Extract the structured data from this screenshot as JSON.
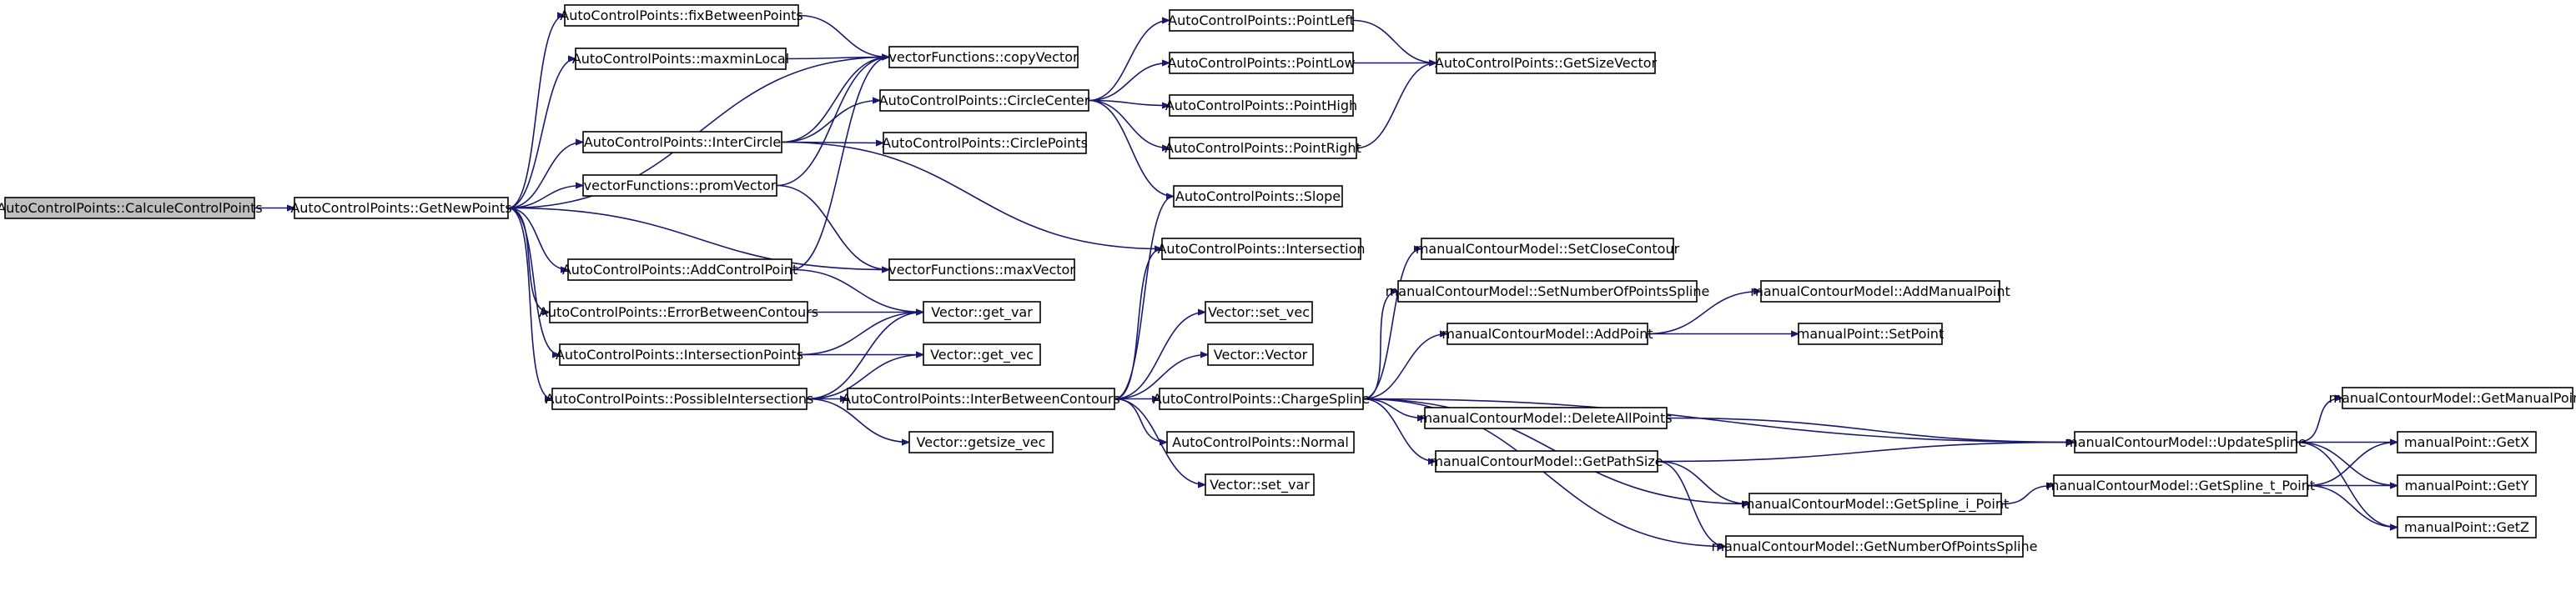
{
  "colors": {
    "edge": "#191970",
    "node_border": "#000000",
    "node_fill": "#ffffff",
    "root_fill": "#bfbfbf",
    "background": "#ffffff"
  },
  "nodes": {
    "calcule_control_points": "AutoControlPoints::CalculeControlPoints",
    "get_new_points": "AutoControlPoints::GetNewPoints",
    "fix_between_points": "AutoControlPoints::fixBetweenPoints",
    "maxmin_local": "AutoControlPoints::maxminLocal",
    "inter_circle": "AutoControlPoints::InterCircle",
    "prom_vector": "vectorFunctions::promVector",
    "add_control_point": "AutoControlPoints::AddControlPoint",
    "error_between_contours": "AutoControlPoints::ErrorBetweenContours",
    "intersection_points": "AutoControlPoints::IntersectionPoints",
    "possible_intersections": "AutoControlPoints::PossibleIntersections",
    "copy_vector": "vectorFunctions::copyVector",
    "circle_center": "AutoControlPoints::CircleCenter",
    "circle_points": "AutoControlPoints::CirclePoints",
    "max_vector": "vectorFunctions::maxVector",
    "vector_get_var": "Vector::get_var",
    "vector_get_vec": "Vector::get_vec",
    "inter_between_contours": "AutoControlPoints::InterBetweenContours",
    "vector_getsize_vec": "Vector::getsize_vec",
    "point_left": "AutoControlPoints::PointLeft",
    "point_low": "AutoControlPoints::PointLow",
    "point_high": "AutoControlPoints::PointHigh",
    "point_right": "AutoControlPoints::PointRight",
    "get_size_vector": "AutoControlPoints::GetSizeVector",
    "slope": "AutoControlPoints::Slope",
    "intersection": "AutoControlPoints::Intersection",
    "vector_set_vec": "Vector::set_vec",
    "vector_vector": "Vector::Vector",
    "charge_spline": "AutoControlPoints::ChargeSpline",
    "normal": "AutoControlPoints::Normal",
    "vector_set_var": "Vector::set_var",
    "set_close_contour": "manualContourModel::SetCloseContour",
    "set_number_of_points_spline": "manualContourModel::SetNumberOfPointsSpline",
    "add_point": "manualContourModel::AddPoint",
    "delete_all_points": "manualContourModel::DeleteAllPoints",
    "get_path_size": "manualContourModel::GetPathSize",
    "get_number_of_points_spline": "manualContourModel::GetNumberOfPointsSpline",
    "add_manual_point": "manualContourModel::AddManualPoint",
    "set_point": "manualPoint::SetPoint",
    "update_spline": "manualContourModel::UpdateSpline",
    "get_spline_i_point": "manualContourModel::GetSpline_i_Point",
    "get_spline_t_point": "manualContourModel::GetSpline_t_Point",
    "get_manual_point": "manualContourModel::GetManualPoint",
    "get_x": "manualPoint::GetX",
    "get_y": "manualPoint::GetY",
    "get_z": "manualPoint::GetZ"
  },
  "edges": [
    [
      "calcule_control_points",
      "get_new_points"
    ],
    [
      "get_new_points",
      "fix_between_points"
    ],
    [
      "get_new_points",
      "maxmin_local"
    ],
    [
      "get_new_points",
      "copy_vector"
    ],
    [
      "get_new_points",
      "inter_circle"
    ],
    [
      "get_new_points",
      "prom_vector"
    ],
    [
      "get_new_points",
      "max_vector"
    ],
    [
      "get_new_points",
      "add_control_point"
    ],
    [
      "get_new_points",
      "error_between_contours"
    ],
    [
      "get_new_points",
      "intersection_points"
    ],
    [
      "get_new_points",
      "possible_intersections"
    ],
    [
      "fix_between_points",
      "copy_vector"
    ],
    [
      "maxmin_local",
      "copy_vector"
    ],
    [
      "inter_circle",
      "copy_vector"
    ],
    [
      "inter_circle",
      "circle_center"
    ],
    [
      "inter_circle",
      "circle_points"
    ],
    [
      "inter_circle",
      "intersection"
    ],
    [
      "prom_vector",
      "copy_vector"
    ],
    [
      "prom_vector",
      "max_vector"
    ],
    [
      "add_control_point",
      "copy_vector"
    ],
    [
      "add_control_point",
      "vector_get_var"
    ],
    [
      "error_between_contours",
      "vector_get_var"
    ],
    [
      "intersection_points",
      "vector_get_var"
    ],
    [
      "intersection_points",
      "vector_get_vec"
    ],
    [
      "possible_intersections",
      "vector_get_var"
    ],
    [
      "possible_intersections",
      "vector_get_vec"
    ],
    [
      "possible_intersections",
      "inter_between_contours"
    ],
    [
      "possible_intersections",
      "vector_getsize_vec"
    ],
    [
      "circle_center",
      "point_left"
    ],
    [
      "circle_center",
      "point_low"
    ],
    [
      "circle_center",
      "point_high"
    ],
    [
      "circle_center",
      "point_right"
    ],
    [
      "circle_center",
      "slope"
    ],
    [
      "point_left",
      "get_size_vector"
    ],
    [
      "point_low",
      "get_size_vector"
    ],
    [
      "point_right",
      "get_size_vector"
    ],
    [
      "inter_between_contours",
      "slope"
    ],
    [
      "inter_between_contours",
      "intersection"
    ],
    [
      "inter_between_contours",
      "vector_set_vec"
    ],
    [
      "inter_between_contours",
      "vector_vector"
    ],
    [
      "inter_between_contours",
      "charge_spline"
    ],
    [
      "inter_between_contours",
      "normal"
    ],
    [
      "inter_between_contours",
      "vector_set_var"
    ],
    [
      "charge_spline",
      "set_close_contour"
    ],
    [
      "charge_spline",
      "set_number_of_points_spline"
    ],
    [
      "charge_spline",
      "add_point"
    ],
    [
      "charge_spline",
      "delete_all_points"
    ],
    [
      "charge_spline",
      "get_path_size"
    ],
    [
      "charge_spline",
      "update_spline"
    ],
    [
      "charge_spline",
      "get_spline_i_point"
    ],
    [
      "charge_spline",
      "get_number_of_points_spline"
    ],
    [
      "add_point",
      "add_manual_point"
    ],
    [
      "add_point",
      "set_point"
    ],
    [
      "delete_all_points",
      "update_spline"
    ],
    [
      "get_path_size",
      "update_spline"
    ],
    [
      "get_path_size",
      "get_spline_i_point"
    ],
    [
      "get_path_size",
      "get_number_of_points_spline"
    ],
    [
      "get_spline_i_point",
      "get_spline_t_point"
    ],
    [
      "update_spline",
      "get_manual_point"
    ],
    [
      "update_spline",
      "get_x"
    ],
    [
      "update_spline",
      "get_y"
    ],
    [
      "update_spline",
      "get_z"
    ],
    [
      "get_spline_t_point",
      "get_x"
    ],
    [
      "get_spline_t_point",
      "get_y"
    ],
    [
      "get_spline_t_point",
      "get_z"
    ]
  ]
}
